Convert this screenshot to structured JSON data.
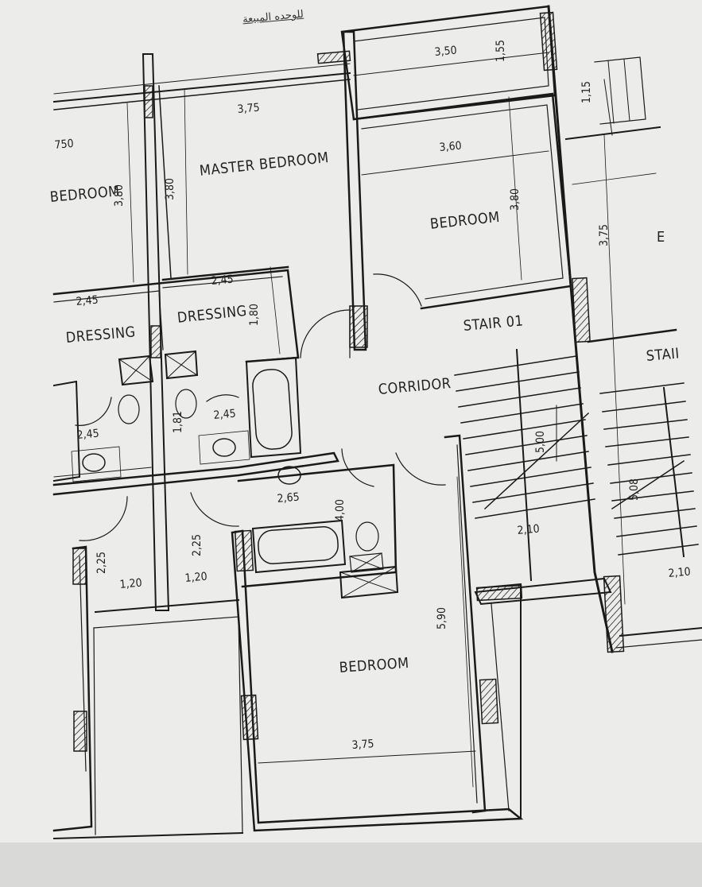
{
  "header_text": "للوحده المبيعة",
  "rooms": {
    "master_bedroom": "MASTER BEDROOM",
    "bedroom_top_left": "BEDROOM",
    "bedroom_top_right": "BEDROOM",
    "dressing_left": "DRESSING",
    "dressing_mid": "DRESSING",
    "corridor": "CORRIDOR",
    "stair_01": "STAIR 01",
    "stair_right": "STAII",
    "bedroom_bottom": "BEDROOM",
    "e_right": "E"
  },
  "dimensions": {
    "d_3_75_master": "3,75",
    "d_750": "750",
    "d_3_80_left": "3,80",
    "d_3_80_mid": "3,80",
    "d_3_50": "3,50",
    "d_1_55": "1,55",
    "d_1_15": "1,15",
    "d_3_60": "3,60",
    "d_3_80_right": "3,80",
    "d_3_75_vert": "3,75",
    "d_2_45_a": "2,45",
    "d_2_45_b": "2,45",
    "d_1_80": "1,80",
    "d_2_45_c": "2,45",
    "d_1_81": "1,81",
    "d_2_45_d": "2,45",
    "d_2_65": "2,65",
    "d_4_00": "4,00",
    "d_5_00": "5,00",
    "d_5_08": "5,08",
    "d_2_10_a": "2,10",
    "d_2_10_b": "2,10",
    "d_2_25_a": "2,25",
    "d_2_25_b": "2,25",
    "d_1_20_a": "1,20",
    "d_1_20_b": "1,20",
    "d_5_90": "5,90",
    "d_3_75_bottom": "3,75"
  }
}
